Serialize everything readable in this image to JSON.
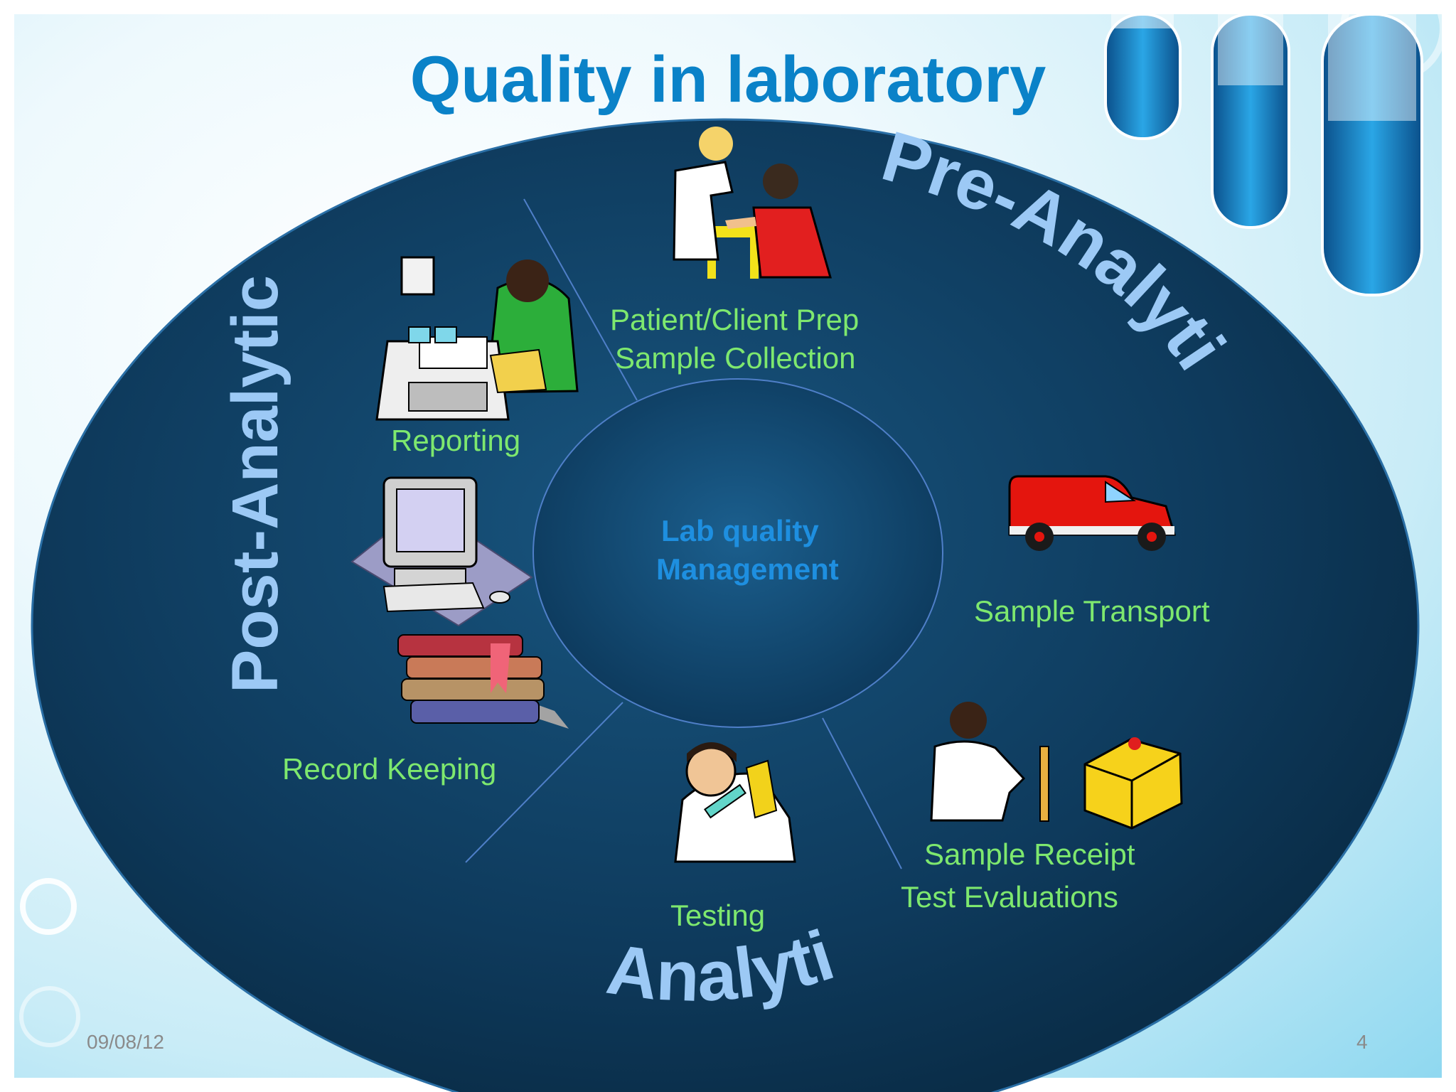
{
  "slide": {
    "title": "Quality in laboratory",
    "center": {
      "line1": "Lab quality",
      "line2": "Management"
    },
    "phases": {
      "pre": "Pre-Analytic",
      "analytic": "Analytic",
      "post": "Post-Analytic"
    },
    "items": {
      "patient_prep": "Patient/Client Prep",
      "sample_collection": "Sample Collection",
      "sample_transport": "Sample Transport",
      "sample_receipt": "Sample Receipt",
      "test_evaluations": "Test Evaluations",
      "testing": "Testing",
      "record_keeping": "Record Keeping",
      "reporting": "Reporting"
    },
    "footer": {
      "date": "09/08/12",
      "page": "4"
    }
  },
  "colors": {
    "title": "#0a82c8",
    "ellipse": "#0e3a5c",
    "item_text": "#7ee86e",
    "center_text": "#1e8fe0",
    "phase_text": "#9cc9f5"
  }
}
